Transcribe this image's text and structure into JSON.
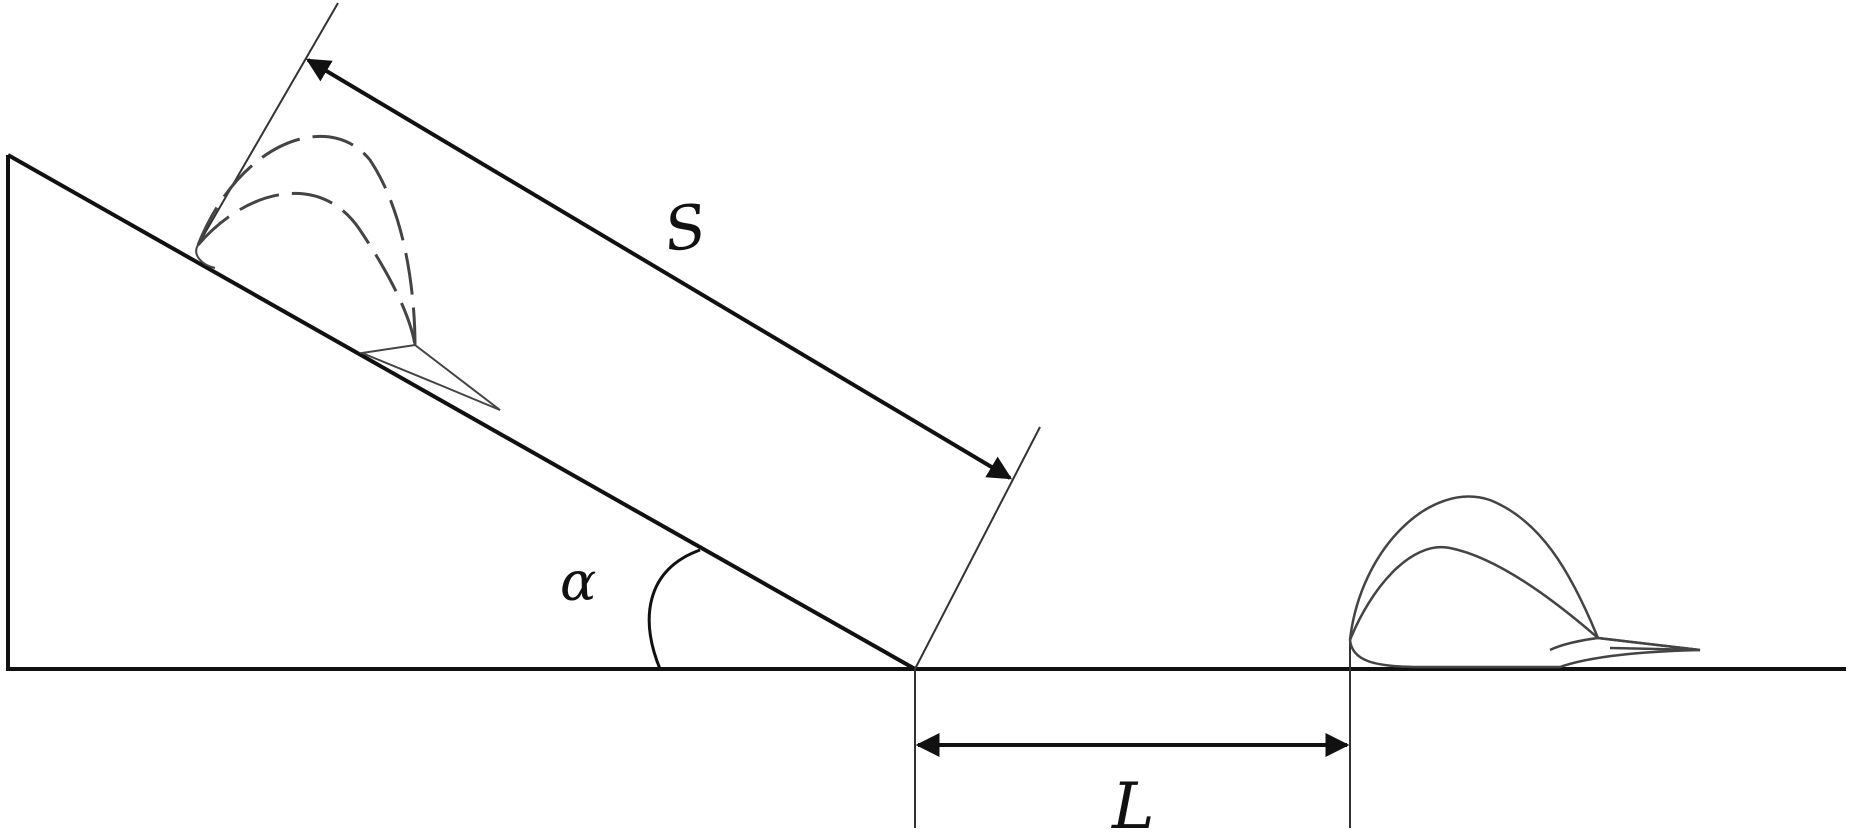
{
  "labels": {
    "slope_length": "S",
    "angle": "α",
    "distance": "L"
  },
  "colors": {
    "stroke": "#111111",
    "background": "#ffffff"
  }
}
